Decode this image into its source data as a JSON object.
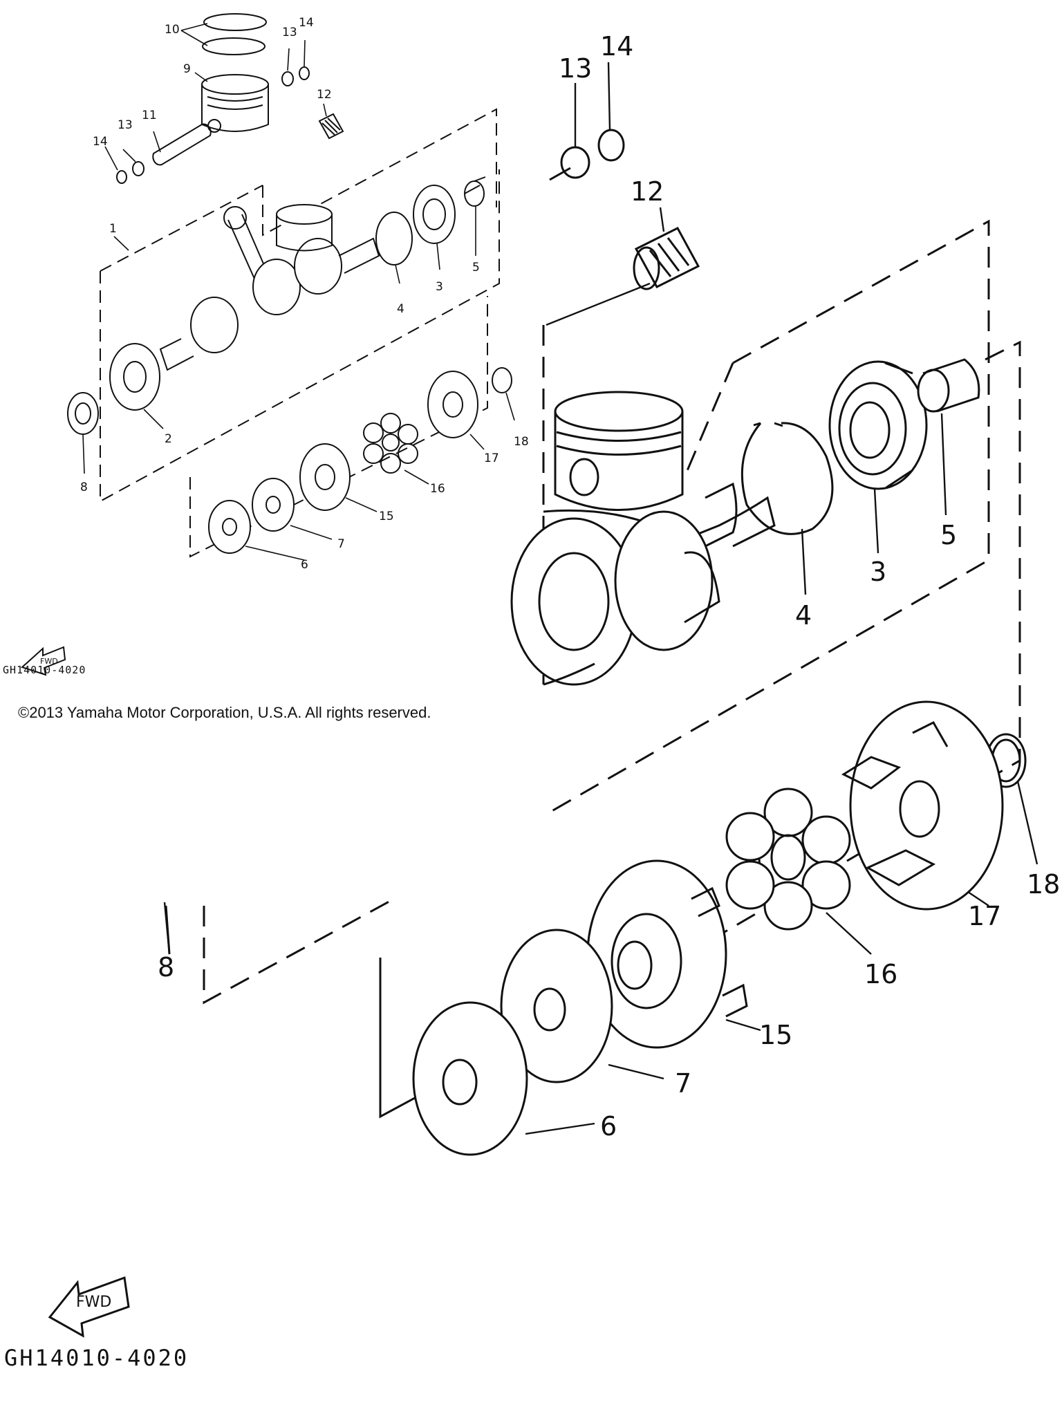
{
  "diagram_code": "GH14010-4020",
  "copyright": "©2013 Yamaha Motor Corporation, U.S.A. All rights reserved.",
  "fwd_label": "FWD",
  "callouts": {
    "c1": "1",
    "c2": "2",
    "c3": "3",
    "c4": "4",
    "c5": "5",
    "c6": "6",
    "c7": "7",
    "c8": "8",
    "c9": "9",
    "c10": "10",
    "c11": "11",
    "c12": "12",
    "c13": "13",
    "c14": "14",
    "c15": "15",
    "c16": "16",
    "c17": "17",
    "c18": "18"
  },
  "colors": {
    "ink": "#111111",
    "paper": "#ffffff"
  }
}
